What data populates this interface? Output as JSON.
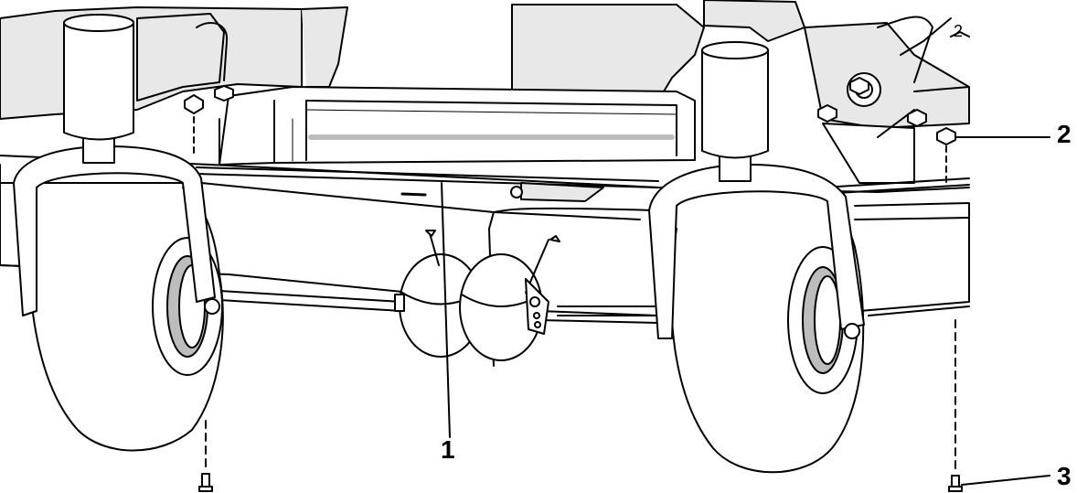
{
  "figure": {
    "callouts": [
      {
        "id": "1",
        "label": "1"
      },
      {
        "id": "2",
        "label": "2"
      },
      {
        "id": "3",
        "label": "3"
      }
    ]
  },
  "colors": {
    "ink": "#000000",
    "panel_gray": "#e8e8e8",
    "shadow_gray": "#bdbdbd",
    "paper": "#ffffff"
  }
}
